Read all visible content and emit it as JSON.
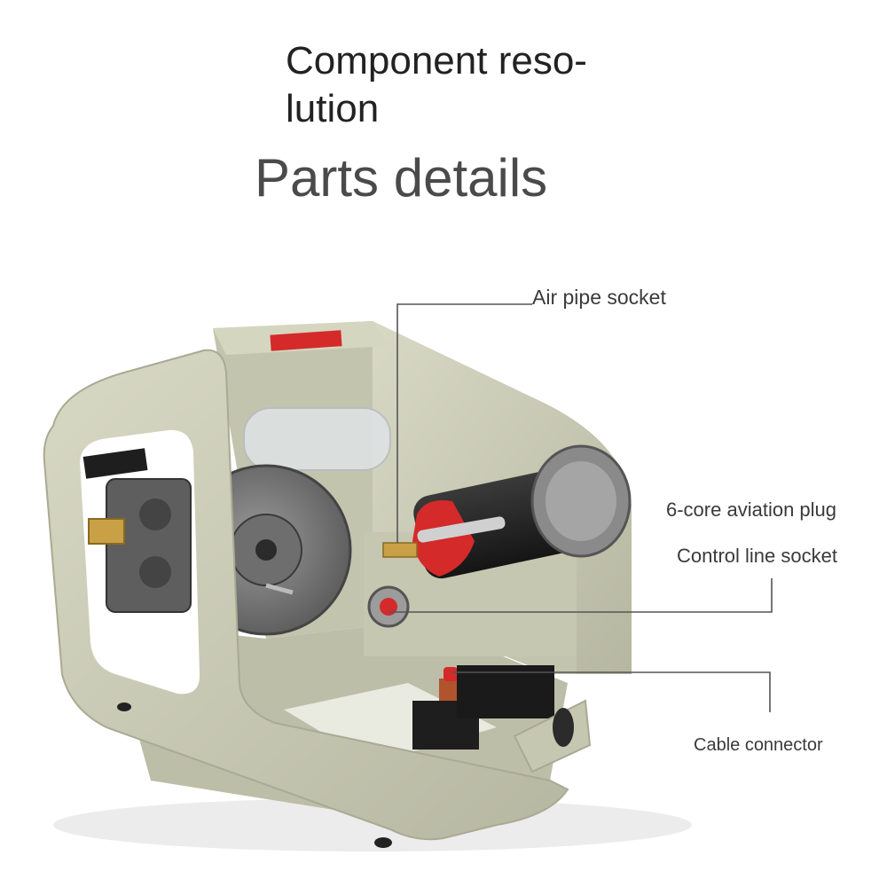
{
  "heading": {
    "line1": "Component reso-",
    "line2": "lution",
    "subtitle": "Parts details"
  },
  "callouts": {
    "air_pipe_socket": "Air pipe socket",
    "aviation_plug": "6-core aviation plug",
    "control_line_socket": "Control line socket",
    "cable_connector": "Cable connector"
  },
  "colors": {
    "housing": "#c9cab4",
    "housing_shadow": "#a9aa94",
    "dark_part": "#2b2b2b",
    "red_accent": "#d42a2a",
    "brass": "#c9a045",
    "leader_line": "#555555"
  }
}
